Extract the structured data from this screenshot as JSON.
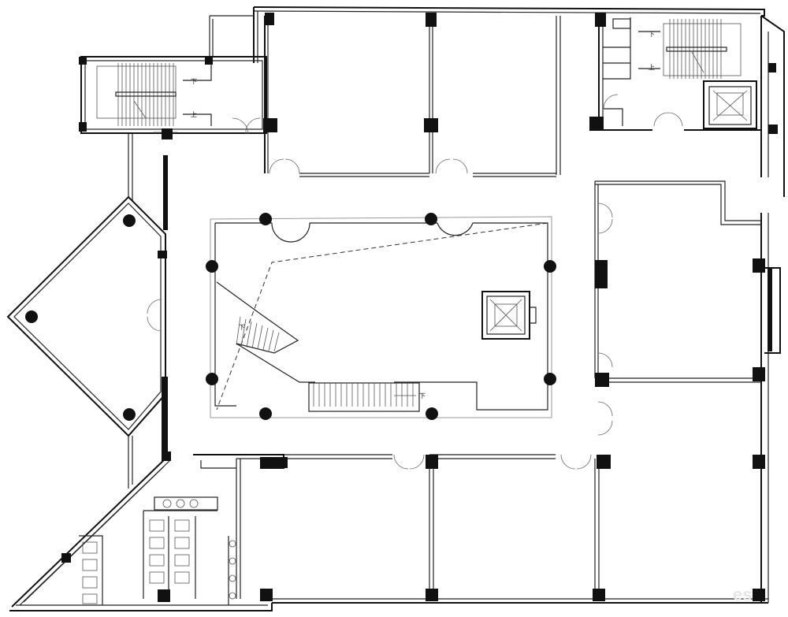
{
  "stair_labels": {
    "nw_down": "下",
    "nw_up": "上",
    "ne_down": "下",
    "ne_up": "上",
    "atrium_left_down": "下",
    "atrium_bottom_down": "下"
  },
  "watermark": "es"
}
